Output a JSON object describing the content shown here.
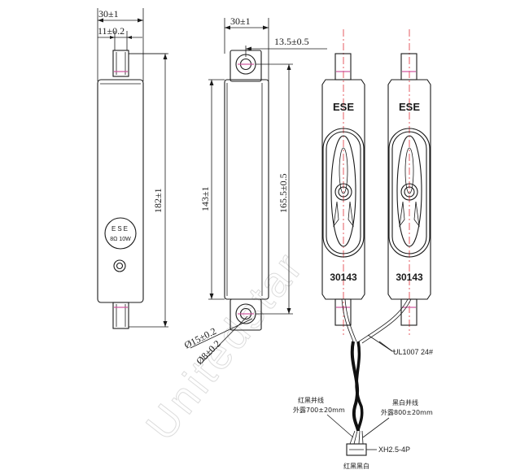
{
  "dimensions": {
    "side_width": "30±1",
    "side_inner": "11±0.2",
    "side_height": "182±1",
    "front_width": "30±1",
    "hole_offset": "13.5±0.5",
    "body_height": "143±1",
    "hole_pitch": "165.5±0.5",
    "hole_outer": "Ø15±0.2",
    "hole_inner": "Ø8±0.2"
  },
  "badge": {
    "brand": "ESE",
    "rating": "8Ω 10W"
  },
  "speakers": [
    {
      "brand": "ESE",
      "model": "30143"
    },
    {
      "brand": "ESE",
      "model": "30143"
    }
  ],
  "wiring": {
    "cable_spec": "UL1007 24#",
    "left_pair_name": "红黑并线",
    "left_pair_length": "外露700±20mm",
    "right_pair_name": "黑白并线",
    "right_pair_length": "外露800±20mm",
    "connector": "XH2.5-4P",
    "pin_colors": "红黑黑白"
  },
  "watermark": "Unitedstar"
}
